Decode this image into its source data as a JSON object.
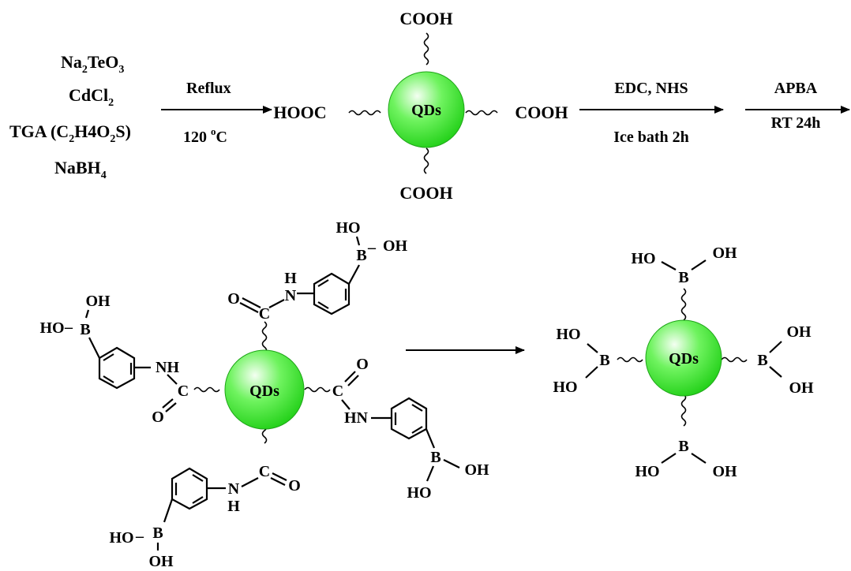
{
  "reagents": {
    "r1": {
      "base": "Na",
      "sub1": "2",
      "mid": "TeO",
      "sub2": "3"
    },
    "r2": {
      "base": "CdCl",
      "sub": "2"
    },
    "r3": {
      "a": "TGA (C",
      "s1": "2",
      "b": "H4O",
      "s2": "2",
      "c": "S)"
    },
    "r4": {
      "base": "NaBH",
      "sub": "4"
    }
  },
  "step1": {
    "above": "Reflux",
    "below_num": "120 ",
    "below_sup": "o",
    "below_unit": "C"
  },
  "step2": {
    "above": "EDC, NHS",
    "below": "Ice bath 2h"
  },
  "step3": {
    "above": "APBA",
    "below": "RT 24h"
  },
  "qd_label": "QDs",
  "carboxyl": {
    "top": "COOH",
    "left": "HOOC",
    "right": "COOH",
    "bottom": "COOH"
  },
  "amide": {
    "C": "C",
    "O": "O",
    "H": "H",
    "N": "N",
    "NH": "NH",
    "HN": "HN",
    "B": "B",
    "OH": "OH",
    "HO": "HO",
    "HO_B": "HO–B",
    "B_OH": "B–OH",
    "dash": "–"
  },
  "boronic": {
    "B": "B",
    "OH": "OH",
    "HO": "HO"
  },
  "colors": {
    "qd_core": "#22e81c",
    "qd_highlight": "#f4fff2",
    "qd_edge": "#1fa519"
  }
}
